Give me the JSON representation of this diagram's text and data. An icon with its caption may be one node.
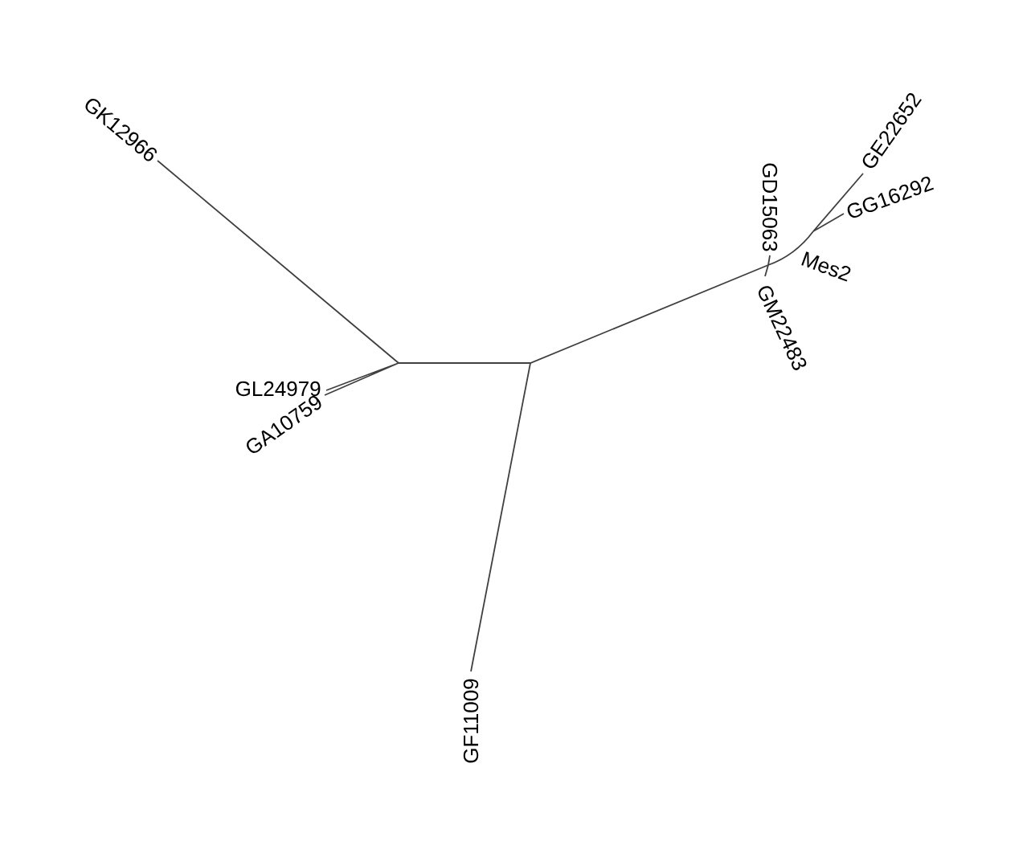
{
  "diagram": {
    "labels": [
      "GK12966",
      "GD15063",
      "GE22652",
      "GG16292",
      "Mes2",
      "GM22483",
      "GL24979",
      "GA10759",
      "GF11009"
    ]
  }
}
